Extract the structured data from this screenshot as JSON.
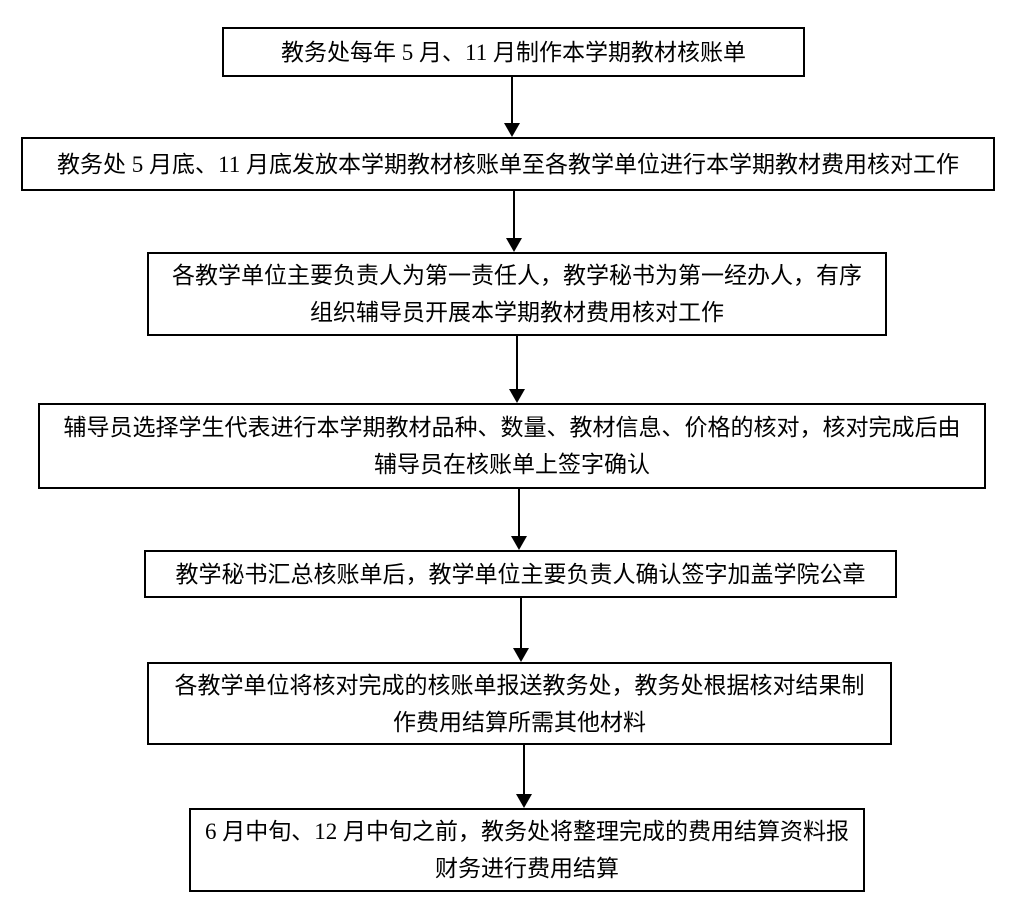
{
  "flowchart": {
    "background_color": "#ffffff",
    "box_border_color": "#000000",
    "text_color": "#000000",
    "steps": [
      {
        "text": "教务处每年 5 月、11 月制作本学期教材核账单"
      },
      {
        "text": "教务处 5 月底、11 月底发放本学期教材核账单至各教学单位进行本学期教材费用核对工作"
      },
      {
        "text": "各教学单位主要负责人为第一责任人，教学秘书为第一经办人，有序\n组织辅导员开展本学期教材费用核对工作"
      },
      {
        "text": "辅导员选择学生代表进行本学期教材品种、数量、教材信息、价格的核对，核对完成后由\n辅导员在核账单上签字确认"
      },
      {
        "text": "教学秘书汇总核账单后，教学单位主要负责人确认签字加盖学院公章"
      },
      {
        "text": "各教学单位将核对完成的核账单报送教务处，教务处根据核对结果制\n作费用结算所需其他材料"
      },
      {
        "text": "6 月中旬、12 月中旬之前，教务处将整理完成的费用结算资料报\n财务进行费用结算"
      }
    ]
  }
}
